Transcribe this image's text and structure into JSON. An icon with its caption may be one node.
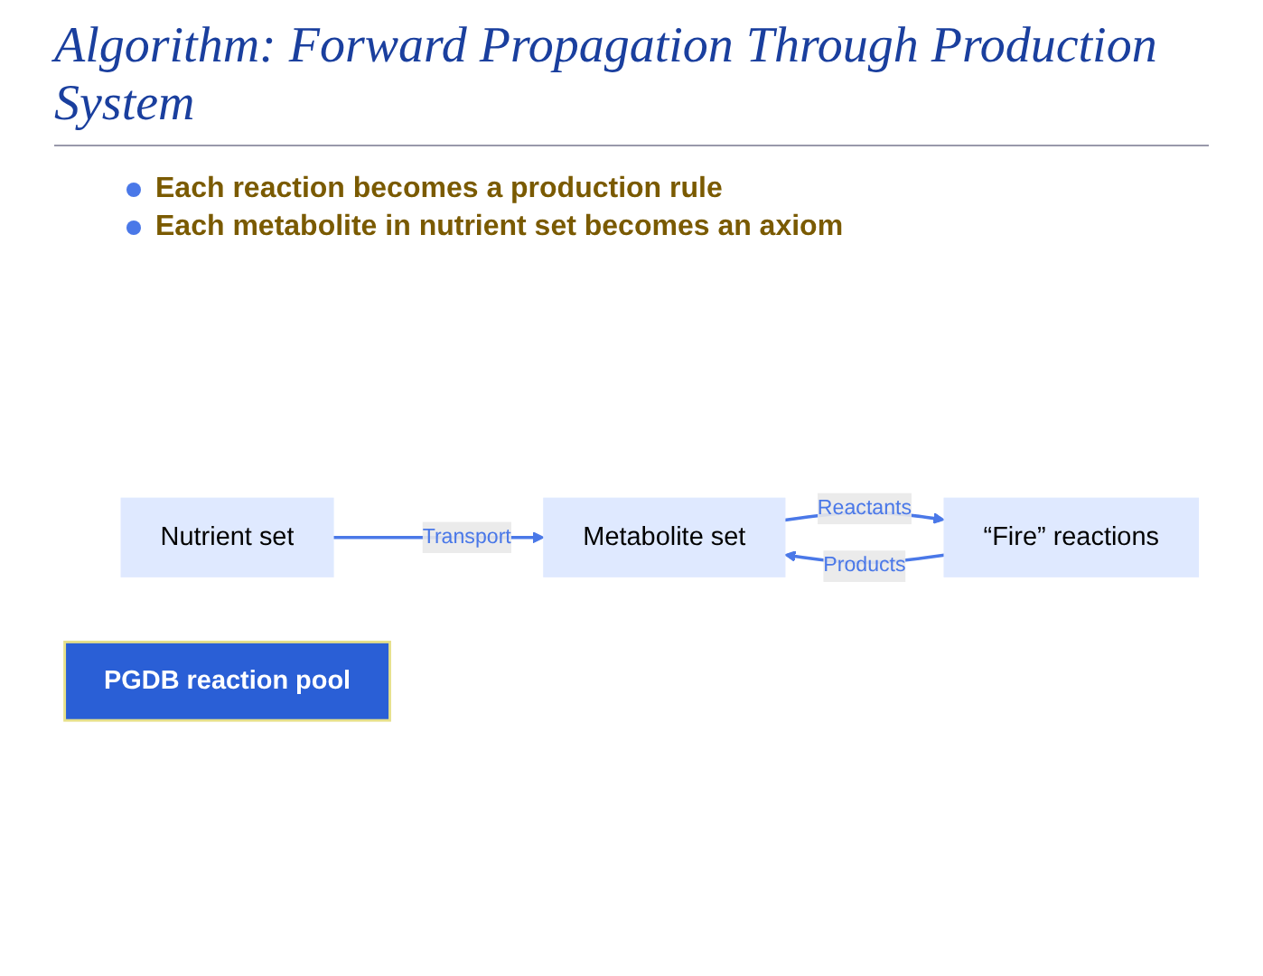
{
  "diagram": {
    "title": "Algorithm: Forward Propagation Through Production System",
    "nodes": [
      {
        "text": [
          "Nutrient set"
        ]
      },
      {
        "text": [
          "Metabolite set"
        ]
      },
      {
        "text": [
          "PGDB reaction pool"
        ]
      },
      {
        "text": [
          "“Fire” reactions"
        ]
      }
    ],
    "edges": [
      {
        "from": 0,
        "to": 1,
        "arrow": "to",
        "label": "Transport"
      },
      {
        "from": 3,
        "to": 1,
        "arrow": "to",
        "label": "Products"
      },
      {
        "from": 1,
        "to": 3,
        "arrow": "to",
        "label": "Reactants"
      }
    ],
    "labels": [
      "Each reaction becomes a production rule",
      "Each metabolite in nutrient set becomes an axiom"
    ]
  }
}
